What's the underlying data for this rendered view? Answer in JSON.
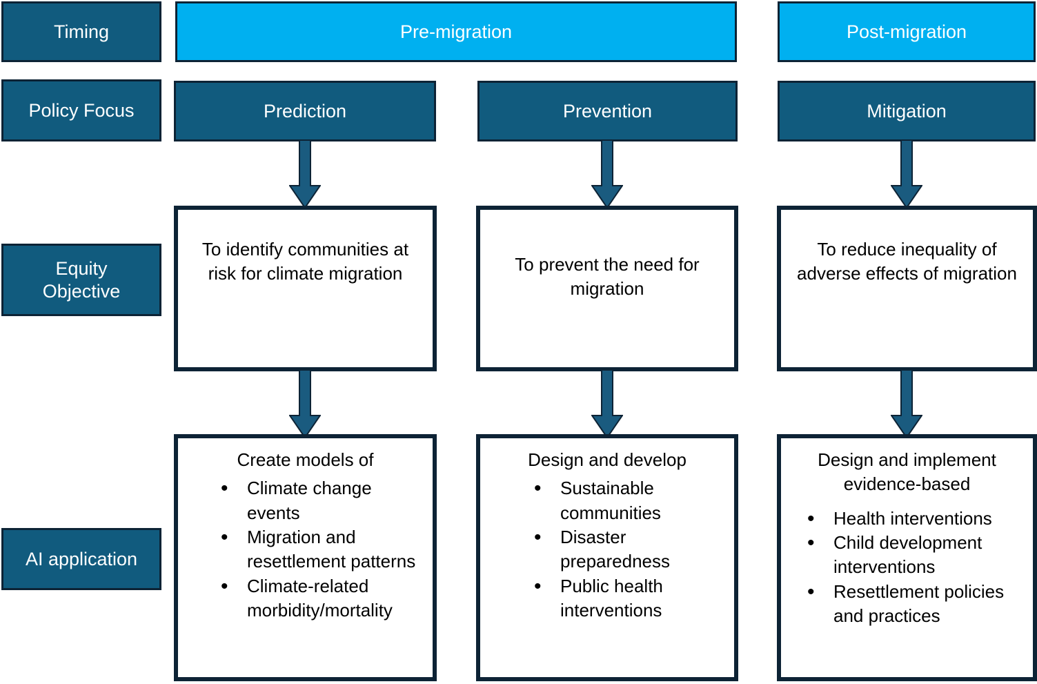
{
  "colors": {
    "dark_teal": "#115B7E",
    "cyan": "#00B0F0",
    "outline_navy": "#0D2335",
    "arrow_fill": "#1A5B7F",
    "white": "#FFFFFF",
    "text_black": "#000000"
  },
  "row_labels": {
    "timing": "Timing",
    "policy_focus": "Policy Focus",
    "equity_objective_line1": "Equity",
    "equity_objective_line2": "Objective",
    "ai_application": "AI application"
  },
  "timing_banners": [
    {
      "label": "Pre-migration"
    },
    {
      "label": "Post-migration"
    }
  ],
  "columns": [
    {
      "policy_focus": "Prediction",
      "equity_objective": "To identify communities at risk for climate migration",
      "ai_application": {
        "heading": "Create models of",
        "bullets": [
          "Climate change events",
          "Migration and resettlement patterns",
          "Climate-related morbidity/mortality"
        ]
      }
    },
    {
      "policy_focus": "Prevention",
      "equity_objective": "To prevent the need for migration",
      "ai_application": {
        "heading": "Design and develop",
        "bullets": [
          "Sustainable communities",
          "Disaster preparedness",
          "Public health interventions"
        ]
      }
    },
    {
      "policy_focus": "Mitigation",
      "equity_objective": "To reduce inequality of adverse effects of migration",
      "ai_application": {
        "heading": "Design and implement evidence-based",
        "bullets": [
          "Health interventions",
          "Child development interventions",
          "Resettlement policies and practices"
        ]
      }
    }
  ]
}
